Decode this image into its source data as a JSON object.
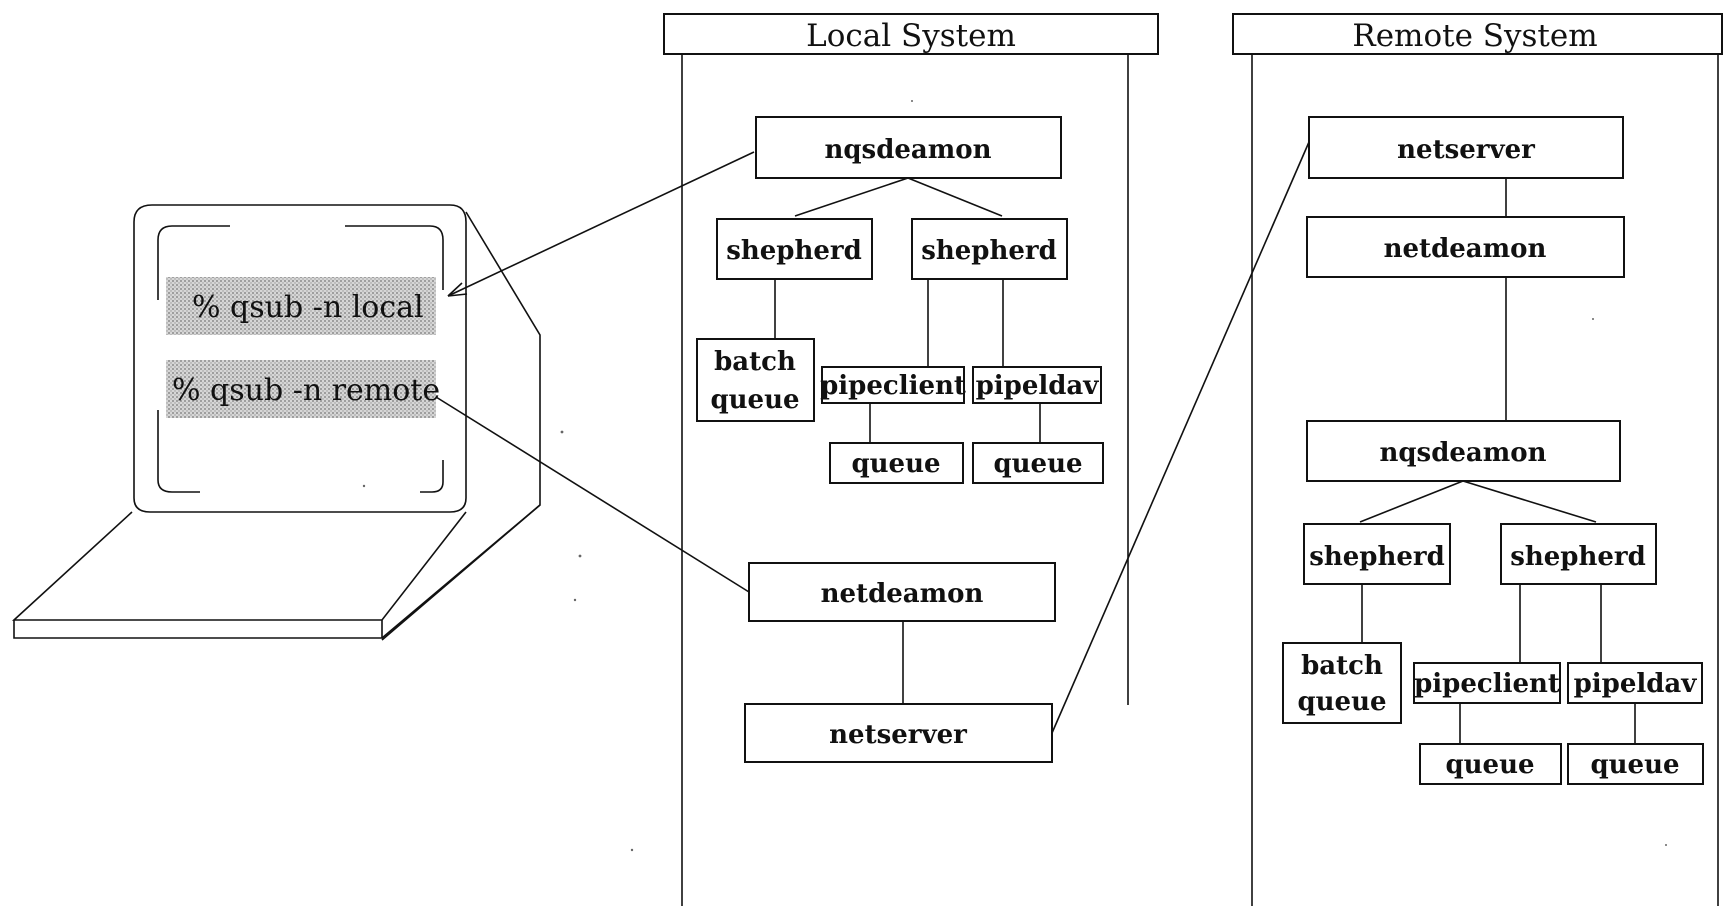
{
  "local": {
    "title": "Local System",
    "nqsdeamon": "nqsdeamon",
    "shepherd_left": "shepherd",
    "shepherd_right": "shepherd",
    "batch_queue_line1": "batch",
    "batch_queue_line2": "queue",
    "pipeclient": "pipeclient",
    "pipeldav": "pipeldav",
    "queue_left": "queue",
    "queue_right": "queue",
    "netdeamon": "netdeamon",
    "netserver": "netserver"
  },
  "remote": {
    "title": "Remote System",
    "netserver": "netserver",
    "netdeamon": "netdeamon",
    "nqsdeamon": "nqsdeamon",
    "shepherd_left": "shepherd",
    "shepherd_right": "shepherd",
    "batch_queue_line1": "batch",
    "batch_queue_line2": "queue",
    "pipeclient": "pipeclient",
    "pipeldav": "pipeldav",
    "queue_left": "queue",
    "queue_right": "queue"
  },
  "terminal": {
    "command_local": "% qsub -n local",
    "command_remote": "% qsub -n remote"
  },
  "colors": {
    "ink": "#111111",
    "paper": "#ffffff",
    "shade": "#bdbdbd"
  }
}
